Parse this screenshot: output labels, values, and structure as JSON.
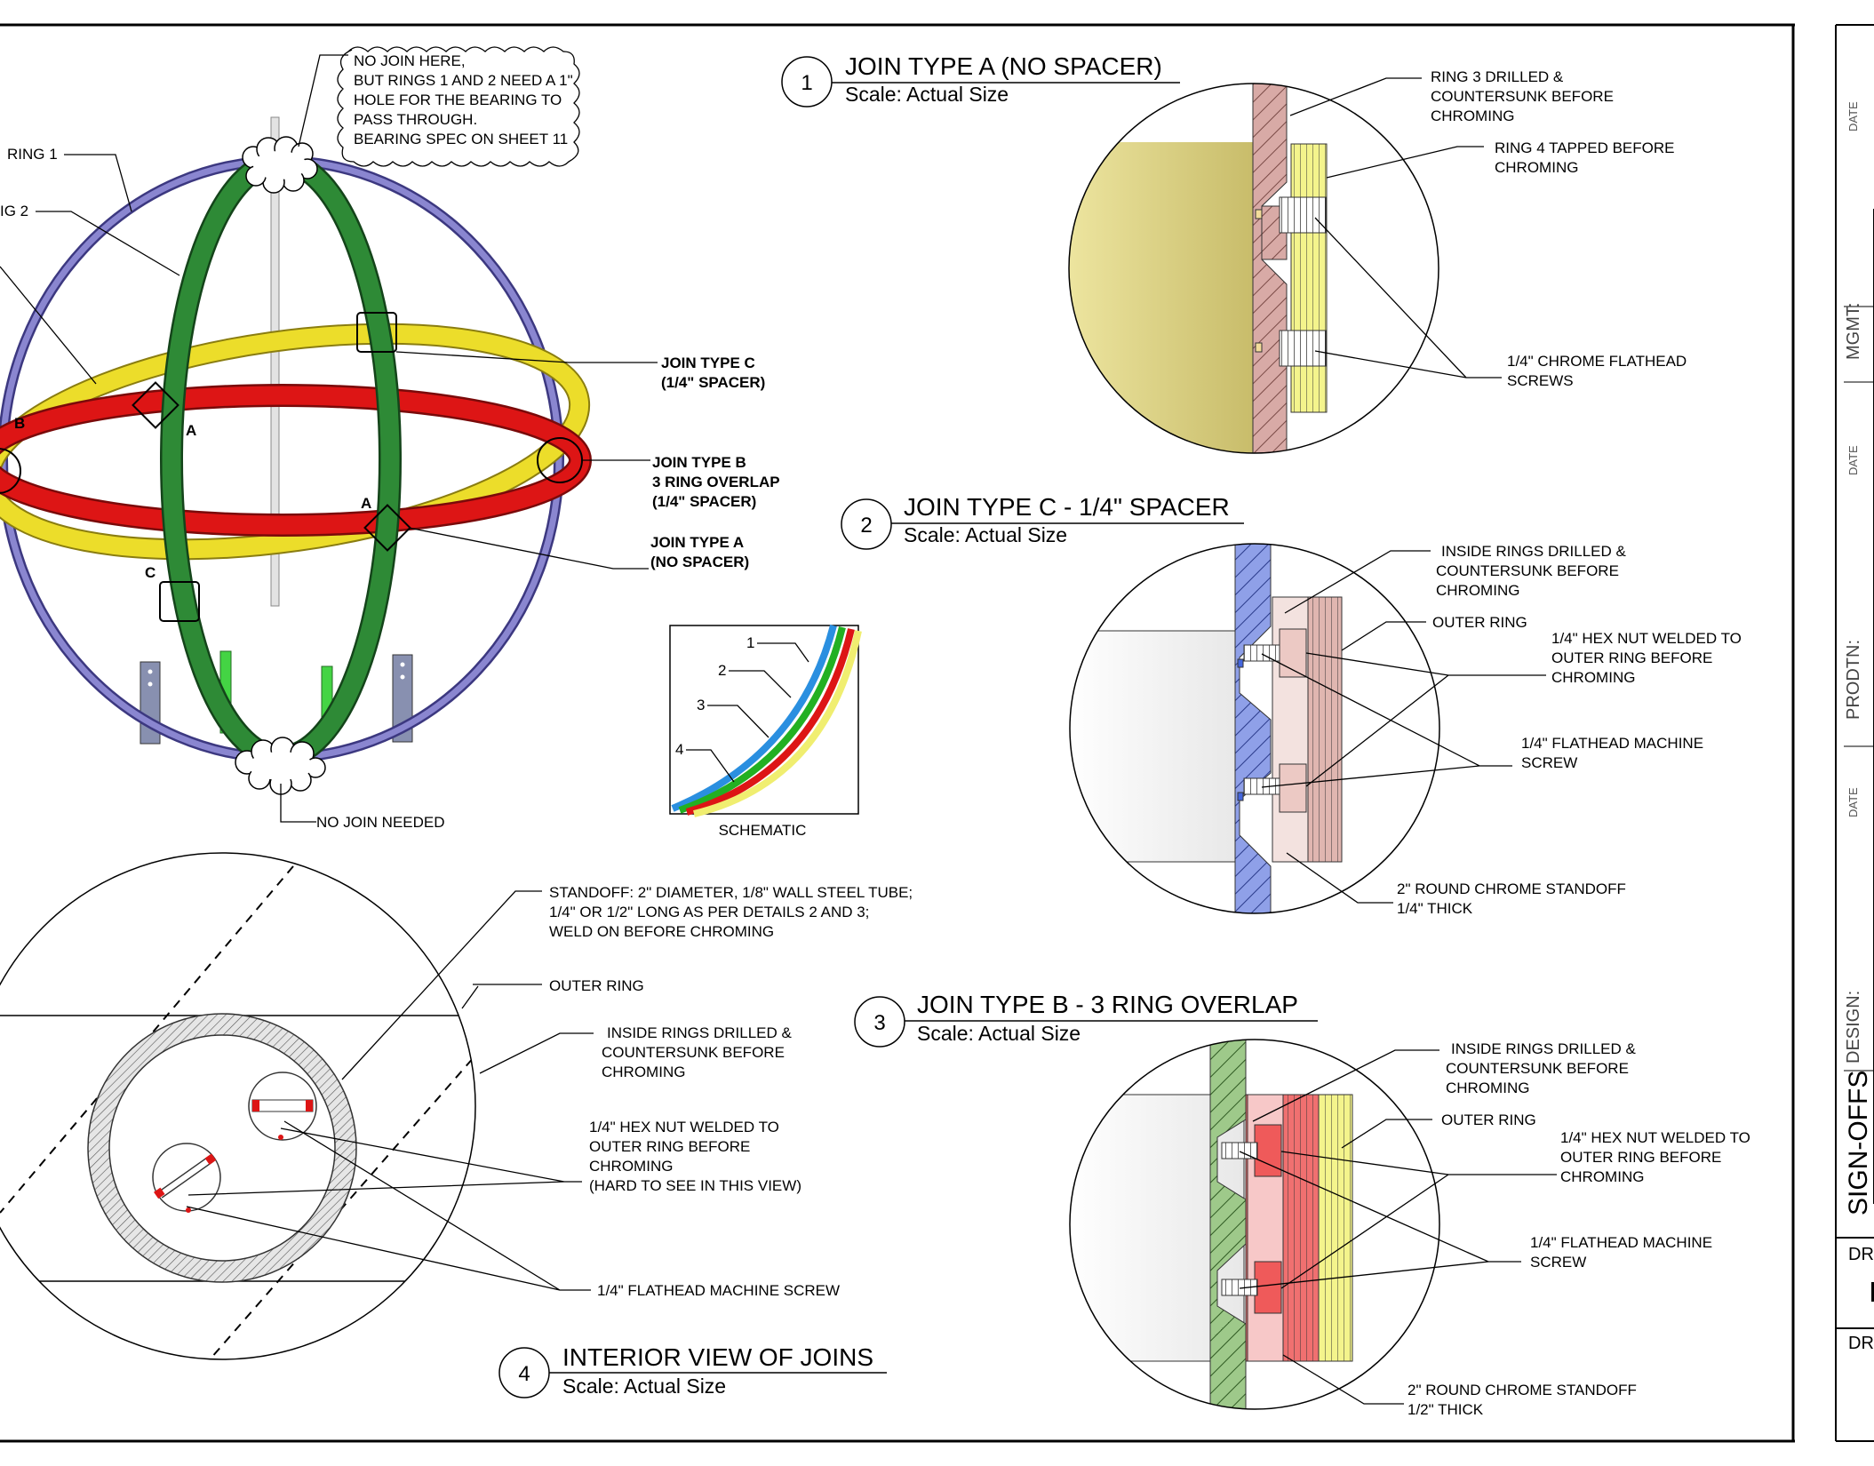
{
  "details": {
    "d1": {
      "number": "1",
      "title": "JOIN TYPE A (NO SPACER)",
      "scale": "Scale: Actual Size"
    },
    "d2": {
      "number": "2",
      "title": "JOIN TYPE C - 1/4\" SPACER",
      "scale": "Scale: Actual Size"
    },
    "d3": {
      "number": "3",
      "title": "JOIN TYPE B - 3 RING OVERLAP",
      "scale": "Scale: Actual Size"
    },
    "d4": {
      "number": "4",
      "title": "INTERIOR VIEW OF JOINS",
      "scale": "Scale: Actual Size"
    }
  },
  "sphere": {
    "ring1": "RING 1",
    "ring2": "IG 2",
    "cloud_top": [
      "NO JOIN HERE,",
      "BUT RINGS 1 AND 2 NEED A 1\"",
      "HOLE FOR THE BEARING TO",
      "PASS THROUGH.",
      "BEARING SPEC ON SHEET 11"
    ],
    "join_c": [
      "JOIN TYPE C",
      "(1/4\" SPACER)"
    ],
    "join_b": [
      "JOIN TYPE B",
      "3 RING OVERLAP",
      "(1/4\" SPACER)"
    ],
    "join_a": [
      "JOIN TYPE A",
      "(NO SPACER)"
    ],
    "no_join": "NO JOIN NEEDED",
    "mark_a": "A",
    "mark_b": "B",
    "mark_c": "C"
  },
  "schematic": {
    "label": "SCHEMATIC",
    "rings": [
      "1",
      "2",
      "3",
      "4"
    ]
  },
  "detail1": {
    "ring3": [
      "RING 3 DRILLED &",
      "COUNTERSUNK BEFORE",
      "CHROMING"
    ],
    "ring4": [
      "RING 4 TAPPED BEFORE",
      "CHROMING"
    ],
    "screws": [
      "1/4\" CHROME FLATHEAD",
      "SCREWS"
    ]
  },
  "detail2": {
    "inside": [
      "INSIDE RINGS DRILLED &",
      "COUNTERSUNK BEFORE",
      "CHROMING"
    ],
    "outer": "OUTER RING",
    "hexnut": [
      "1/4\" HEX NUT WELDED TO",
      "OUTER RING BEFORE",
      "CHROMING"
    ],
    "screw": [
      "1/4\" FLATHEAD MACHINE",
      "SCREW"
    ],
    "standoff": [
      "2\" ROUND CHROME STANDOFF",
      "1/4\" THICK"
    ]
  },
  "detail3": {
    "inside": [
      "INSIDE RINGS DRILLED &",
      "COUNTERSUNK BEFORE",
      "CHROMING"
    ],
    "outer": "OUTER RING",
    "hexnut": [
      "1/4\" HEX NUT WELDED TO",
      "OUTER RING BEFORE",
      "CHROMING"
    ],
    "screw": [
      "1/4\" FLATHEAD MACHINE",
      "SCREW"
    ],
    "standoff": [
      "2\" ROUND CHROME STANDOFF",
      "1/2\" THICK"
    ]
  },
  "detail4": {
    "standoff": [
      "STANDOFF: 2\" DIAMETER, 1/8\" WALL STEEL TUBE;",
      "1/4\" OR 1/2\" LONG AS PER DETAILS 2 AND 3;",
      "WELD ON BEFORE CHROMING"
    ],
    "outer": "OUTER RING",
    "inside": [
      "INSIDE RINGS DRILLED &",
      "COUNTERSUNK BEFORE",
      "CHROMING"
    ],
    "hexnut": [
      "1/4\" HEX NUT WELDED TO",
      "OUTER RING BEFORE",
      "CHROMING",
      "(HARD TO SEE IN THIS VIEW)"
    ],
    "screw": "1/4\" FLATHEAD MACHINE SCREW"
  },
  "signoff": {
    "title": "SIGN-OFFS",
    "design": "DESIGN:",
    "prodtn": "PRODTN:",
    "mgmt": "MGMT:",
    "date": "DATE",
    "dr1": "DR",
    "dr2": "DR"
  },
  "colors": {
    "ring1": "#5a55a8",
    "ring2": "#2a7a2a",
    "ring3": "#e7d21e",
    "ring4": "#cc1111",
    "blue": "#2a8fe0"
  }
}
